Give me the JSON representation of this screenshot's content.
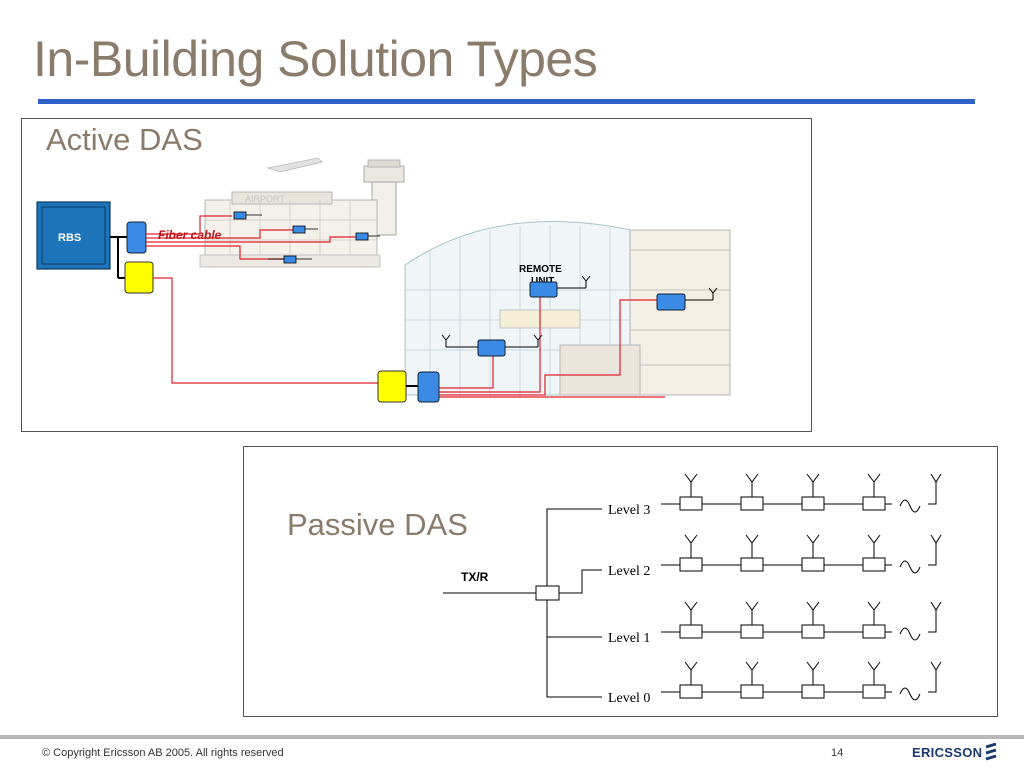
{
  "slide": {
    "title": "In-Building Solution Types",
    "page_number": "14",
    "copyright": "© Copyright Ericsson AB 2005. All rights reserved",
    "brand": "ERICSSON"
  },
  "active_das": {
    "heading": "Active DAS",
    "rbs_label": "RBS",
    "fiber_label": "Fiber cable",
    "remote_unit_label_line1": "REMOTE",
    "remote_unit_label_line2": "UNIT",
    "sign_text": "AIRPORT"
  },
  "passive_das": {
    "heading": "Passive DAS",
    "txr_label": "TX/R",
    "levels": [
      "Level 3",
      "Level 2",
      "Level 1",
      "Level 0"
    ]
  },
  "colors": {
    "title": "#8b7b6b",
    "accent_rule": "#2f62c6",
    "rbs_box": "#1e74b8",
    "remote_unit": "#3b8be6",
    "converter": "#ffff00",
    "cable_red": "#e0202a"
  }
}
